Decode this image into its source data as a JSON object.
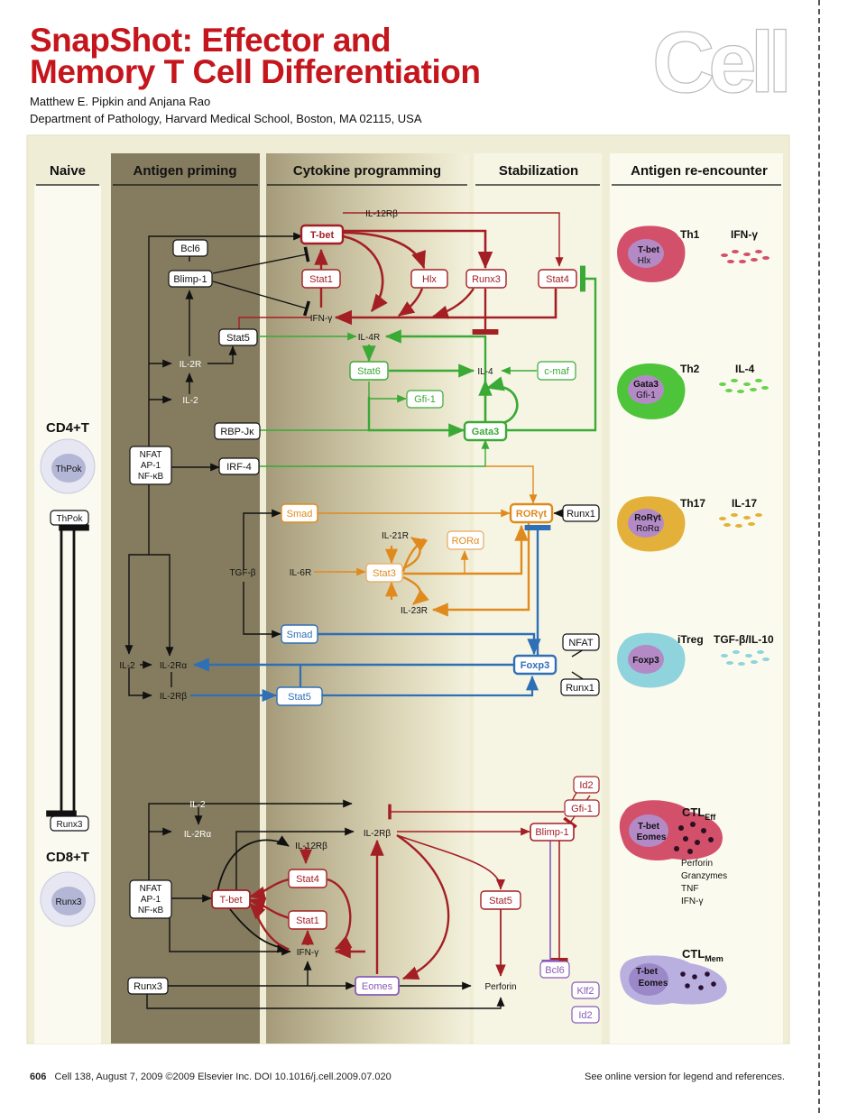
{
  "header": {
    "title_line1": "SnapShot: Effector and",
    "title_line2": "Memory T Cell Differentiation",
    "authors": "Matthew E. Pipkin and Anjana Rao",
    "affiliation": "Department of Pathology, Harvard Medical School, Boston, MA 02115, USA",
    "logo": "Cell"
  },
  "columns": [
    "Naive",
    "Antigen priming",
    "Cytokine programming",
    "Stabilization",
    "Antigen re-encounter"
  ],
  "naive": {
    "cd4_label": "CD4+T",
    "cd4_cell": "ThPok",
    "thpok_box": "ThPok",
    "cd8_label": "CD8+T",
    "cd8_cell": "Runx3",
    "runx3_box": "Runx3"
  },
  "cd4_nodes": {
    "tbet": "T-bet",
    "il12rb": "IL-12Rβ",
    "bcl6": "Bcl6",
    "blimp1": "Blimp-1",
    "stat1": "Stat1",
    "hlx": "Hlx",
    "runx3": "Runx3",
    "stat4": "Stat4",
    "ifng": "IFN-γ",
    "stat5": "Stat5",
    "il4r": "IL-4R",
    "il2r": "IL-2R",
    "stat6": "Stat6",
    "il4": "IL-4",
    "cmaf": "c-maf",
    "il2": "IL-2",
    "gfi1": "Gfi-1",
    "rbpjk": "RBP-Jκ",
    "gata3": "Gata3",
    "nfat_block": [
      "NFAT",
      "AP-1",
      "NF-κB"
    ],
    "irf4": "IRF-4",
    "smad_top": "Smad",
    "roryt": "RORγt",
    "runx1_top": "Runx1",
    "il21r": "IL-21R",
    "rora": "RORα",
    "tgfb": "TGF-β",
    "il6r": "IL-6R",
    "stat3": "Stat3",
    "il23r": "IL-23R",
    "smad_bottom": "Smad",
    "nfat": "NFAT",
    "foxp3": "Foxp3",
    "il2_left": "IL-2",
    "il2ra": "IL-2Rα",
    "il2rb": "IL-2Rβ",
    "stat5_bottom": "Stat5",
    "runx1_bottom": "Runx1"
  },
  "cd8_nodes": {
    "id2_top": "Id2",
    "gfi1": "Gfi-1",
    "il2": "IL-2",
    "blimp1": "Blimp-1",
    "il2ra": "IL-2Rα",
    "il2rb": "IL-2Rβ",
    "il12rb": "IL-12Rβ",
    "stat4": "Stat4",
    "nfat_block": [
      "NFAT",
      "AP-1",
      "NF-κB"
    ],
    "tbet": "T-bet",
    "stat5": "Stat5",
    "stat1": "Stat1",
    "ifng": "IFN-γ",
    "bcl6": "Bcl6",
    "runx3": "Runx3",
    "eomes": "Eomes",
    "perforin": "Perforin",
    "klf2": "Klf2",
    "id2_bottom": "Id2"
  },
  "outcomes": [
    {
      "name": "Th1",
      "cytokine": "IFN-γ",
      "cell_lines": [
        "T-bet",
        "Hlx"
      ],
      "color": "#d2506a"
    },
    {
      "name": "Th2",
      "cytokine": "IL-4",
      "cell_lines": [
        "Gata3",
        "Gfi-1"
      ],
      "color": "#4ec43a"
    },
    {
      "name": "Th17",
      "cytokine": "IL-17",
      "cell_lines": [
        "RoRγt",
        "RoRα"
      ],
      "color": "#e3b13a"
    },
    {
      "name": "iTreg",
      "cytokine": "TGF-β/IL-10",
      "cell_lines": [
        "Foxp3"
      ],
      "color": "#8fd3dc"
    }
  ],
  "ctl_eff": {
    "name": "CTL",
    "sub": "Eff",
    "cell_lines": [
      "T-bet",
      "Eomes"
    ],
    "products": [
      "Perforin",
      "Granzymes",
      "TNF",
      "IFN-γ"
    ]
  },
  "ctl_mem": {
    "name": "CTL",
    "sub": "Mem",
    "cell_lines": [
      "T-bet",
      "Eomes"
    ]
  },
  "footer": {
    "page": "606",
    "citation": "Cell 138, August 7, 2009 ©2009 Elsevier Inc.   DOI 10.1016/j.cell.2009.07.020",
    "note": "See online version for legend and references."
  },
  "colors": {
    "th1_red": "#a31f24",
    "th2_green": "#3aa935",
    "th17_orange": "#e08a1e",
    "treg_blue": "#2f6fb5",
    "ctl_purple": "#8a5bb8",
    "title_red": "#c4161c"
  }
}
